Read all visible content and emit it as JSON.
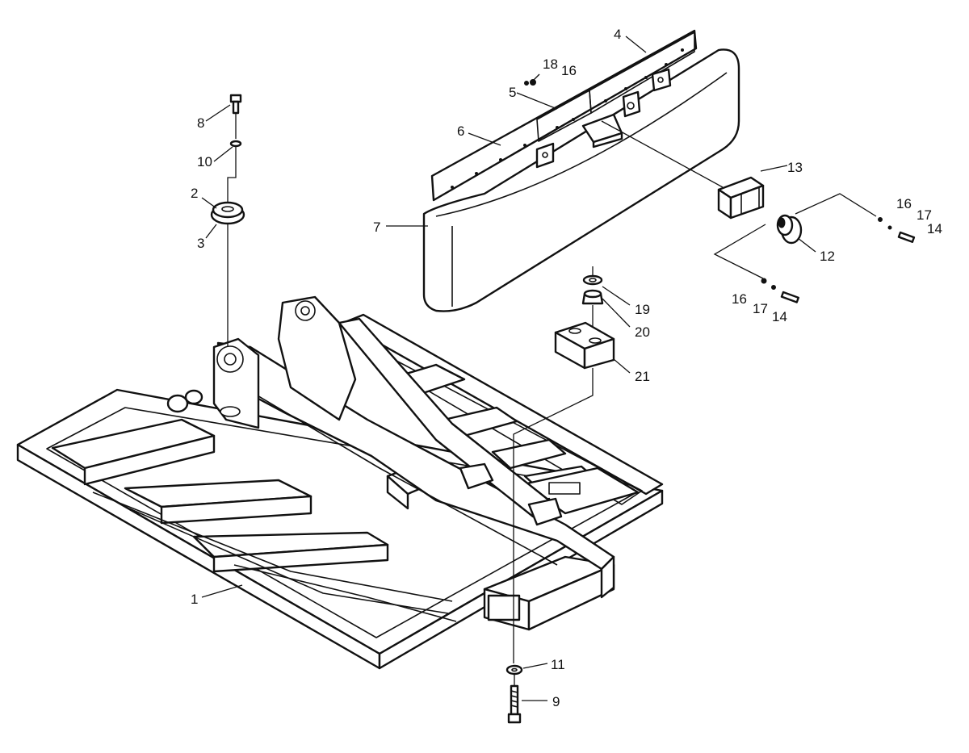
{
  "callouts": {
    "c1": "1",
    "c2": "2",
    "c3": "3",
    "c4": "4",
    "c5": "5",
    "c6": "6",
    "c7": "7",
    "c8": "8",
    "c9": "9",
    "c10": "10",
    "c11": "11",
    "c12": "12",
    "c13": "13",
    "c14a": "14",
    "c14b": "14",
    "c16a": "16",
    "c16b": "16",
    "c16c": "16",
    "c17a": "17",
    "c17b": "17",
    "c18": "18",
    "c19": "19",
    "c20": "20",
    "c21": "21"
  }
}
